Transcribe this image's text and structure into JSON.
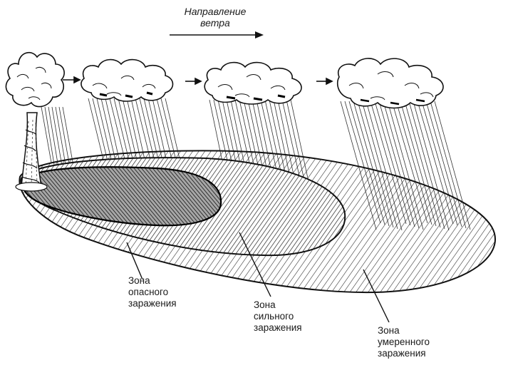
{
  "wind": {
    "line1": "Направление",
    "line2": "ветра"
  },
  "zones": {
    "dangerous": [
      "Зона",
      "опасного",
      "заражения"
    ],
    "strong": [
      "Зона",
      "сильного",
      "заражения"
    ],
    "moderate": [
      "Зона",
      "умеренного",
      "заражения"
    ]
  }
}
